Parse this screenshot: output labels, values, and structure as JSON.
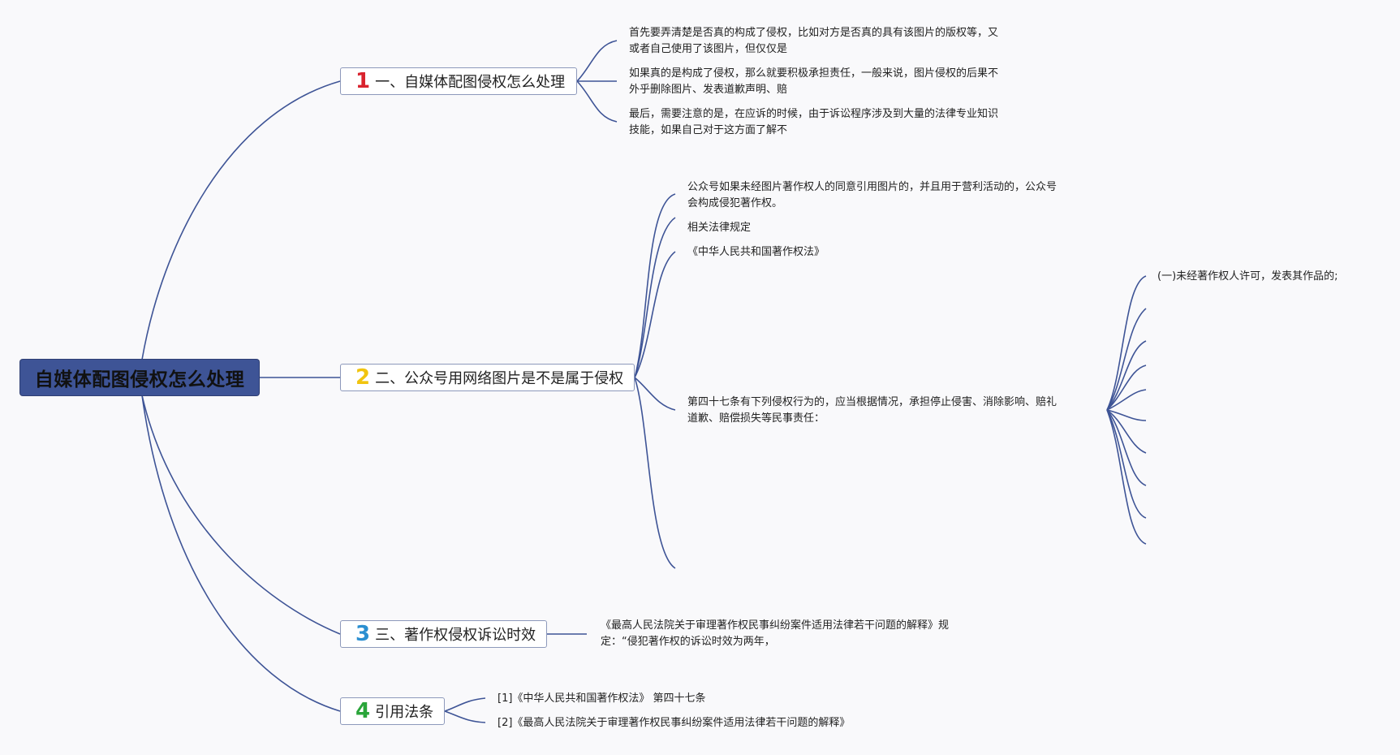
{
  "root": {
    "label": "自媒体配图侵权怎么处理"
  },
  "colors": {
    "root_bg": "#3e5496",
    "line": "#3e5496",
    "num1": "#d9232e",
    "num2": "#f1c40f",
    "num3": "#2b8fd1",
    "num4": "#2aa53a"
  },
  "topics": [
    {
      "num": "1",
      "label": "一、自媒体配图侵权怎么处理"
    },
    {
      "num": "2",
      "label": "二、公众号用网络图片是不是属于侵权"
    },
    {
      "num": "3",
      "label": "三、著作权侵权诉讼时效"
    },
    {
      "num": "4",
      "label": "引用法条"
    }
  ],
  "t1_leaves": [
    {
      "line1": "首先要弄清楚是否真的构成了侵权，比如对方是否真的具有该图片的版权等，又",
      "line2": "或者自己使用了该图片，但仅仅是"
    },
    {
      "line1": "如果真的是构成了侵权，那么就要积极承担责任，一般来说，图片侵权的后果不",
      "line2": "外乎删除图片、发表道歉声明、赔"
    },
    {
      "line1": "最后，需要注意的是，在应诉的时候，由于诉讼程序涉及到大量的法律专业知识",
      "line2": "技能，如果自己对于这方面了解不"
    }
  ],
  "t2_leaves": [
    {
      "line1": "公众号如果未经图片著作权人的同意引用图片的，并且用于营利活动的，公众号",
      "line2": "会构成侵犯著作权。"
    },
    {
      "line1": "相关法律规定",
      "line2": ""
    },
    {
      "line1": "《中华人民共和国著作权法》",
      "line2": ""
    },
    {
      "line1": "第四十七条有下列侵权行为的，应当根据情况，承担停止侵害、消除影响、赔礼",
      "line2": "道歉、赔偿损失等民事责任："
    }
  ],
  "t2_sub_leaf": "(一)未经著作权人许可，发表其作品的;",
  "t3_leaf": {
    "line1": "《最高人民法院关于审理著作权民事纠纷案件适用法律若干问题的解释》规",
    "line2": "定：“侵犯著作权的诉讼时效为两年，"
  },
  "t4_leaves": [
    "[1]《中华人民共和国著作权法》 第四十七条",
    "[2]《最高人民法院关于审理著作权民事纠纷案件适用法律若干问题的解释》"
  ]
}
